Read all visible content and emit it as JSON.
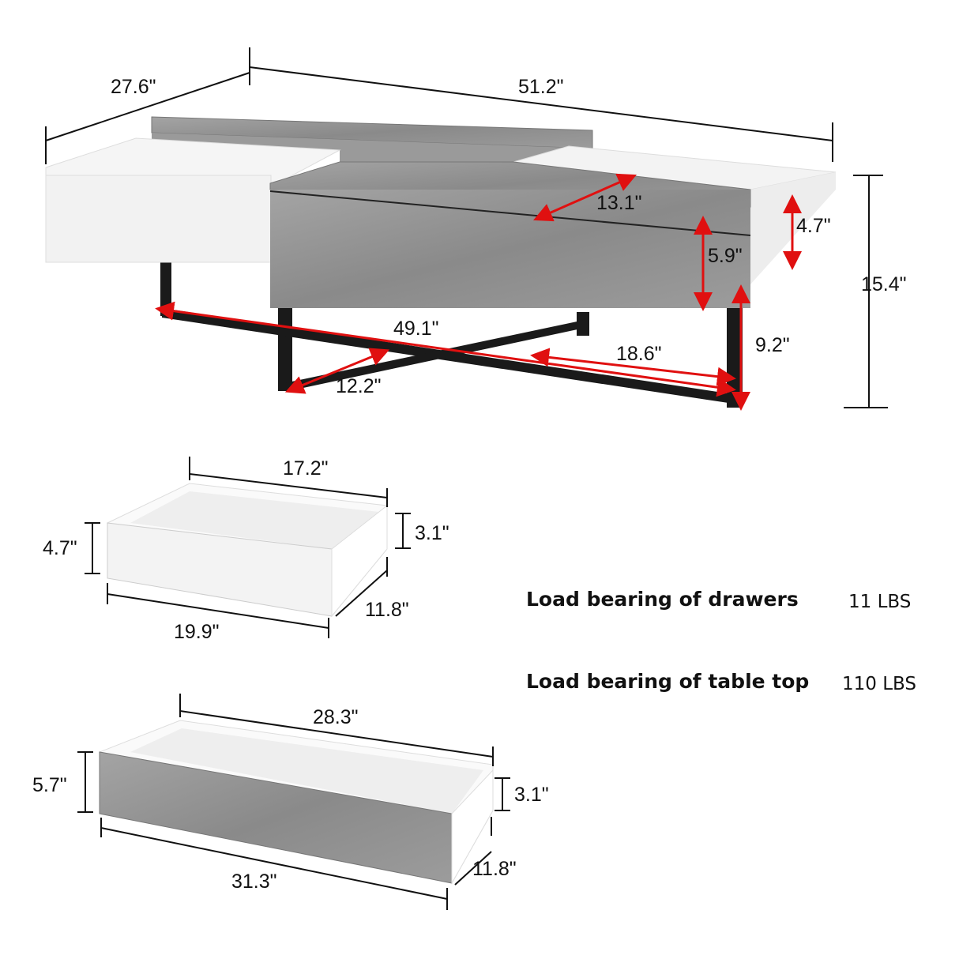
{
  "table": {
    "depth": "27.6\"",
    "length": "51.2\"",
    "lift_top_depth": "13.1\"",
    "side_drawer_height": "4.7\"",
    "center_drawer_height": "5.9\"",
    "total_height": "15.4\"",
    "frame_length": "49.1\"",
    "leg_clearance": "9.2\"",
    "frame_inner_span": "18.6\"",
    "frame_depth": "12.2\""
  },
  "small_drawer": {
    "inner_width": "17.2\"",
    "inner_height": "3.1\"",
    "front_height": "4.7\"",
    "depth": "11.8\"",
    "front_width": "19.9\""
  },
  "large_drawer": {
    "inner_width": "28.3\"",
    "front_height": "5.7\"",
    "inner_height": "3.1\"",
    "depth": "11.8\"",
    "front_width": "31.3\""
  },
  "load": {
    "drawers_label": "Load bearing of drawers",
    "drawers_value": "11 LBS",
    "top_label": "Load bearing of table top",
    "top_value": "110 LBS"
  },
  "colors": {
    "concrete": "#8e8e8e",
    "marble": "#f4f4f4",
    "frame": "#1a1a1a",
    "arrow": "#e01010"
  }
}
